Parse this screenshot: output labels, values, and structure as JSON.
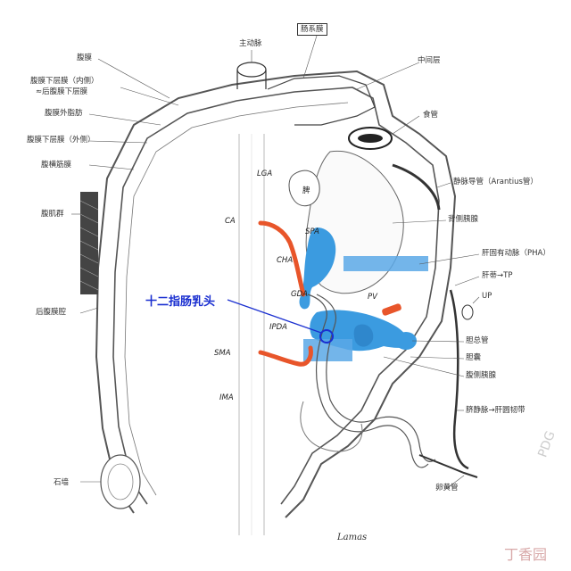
{
  "labels_left": {
    "fumo": "腹膜",
    "fumo_xia_nei": "腹膜下层膜（内侧）",
    "hou_fumo_xia": "≈后腹膜下层膜",
    "fumo_wai_zhifang": "腹膜外脂肪",
    "fumo_xia_wai": "腹膜下层膜（外侧）",
    "fu_henggemo": "腹横筋膜",
    "fu_jiqun": "腹肌群",
    "hou_fumoqiang": "后腹膜腔",
    "shiguan_bottom": "石墙"
  },
  "labels_top": {
    "zhudongmai": "主动脉",
    "changximo": "肠系膜",
    "zhongjianceng": "中间层",
    "shiguan": "食管"
  },
  "labels_right": {
    "jingmai_daoguan": "静脉导管（Arantius管）",
    "beice_yixian": "背侧胰腺",
    "gan_guyou": "肝固有动脉（PHA）",
    "ganyuan": "肝蒂→TP",
    "up": "UP",
    "danzongguan": "胆总管",
    "dannang": "胆囊",
    "fuce_yixian": "腹侧胰腺",
    "qi_jingmai": "脐静脉→肝圆韧带",
    "ji_huang_guan": "卵黄管"
  },
  "vessel_labels": {
    "lga": "LGA",
    "ca": "CA",
    "spa": "SPA",
    "cha": "CHA",
    "gda": "GDA",
    "pv": "PV",
    "ipda": "IPDA",
    "sma": "SMA",
    "ima": "IMA",
    "pi": "脾"
  },
  "callout": {
    "text": "十二指肠乳头"
  },
  "signature": "Lamas",
  "watermark": {
    "brand": "丁香园",
    "side": "PDG"
  },
  "colors": {
    "artery": "#e8552a",
    "pancreas": "#3b9be0",
    "callout": "#1a2fd0"
  }
}
